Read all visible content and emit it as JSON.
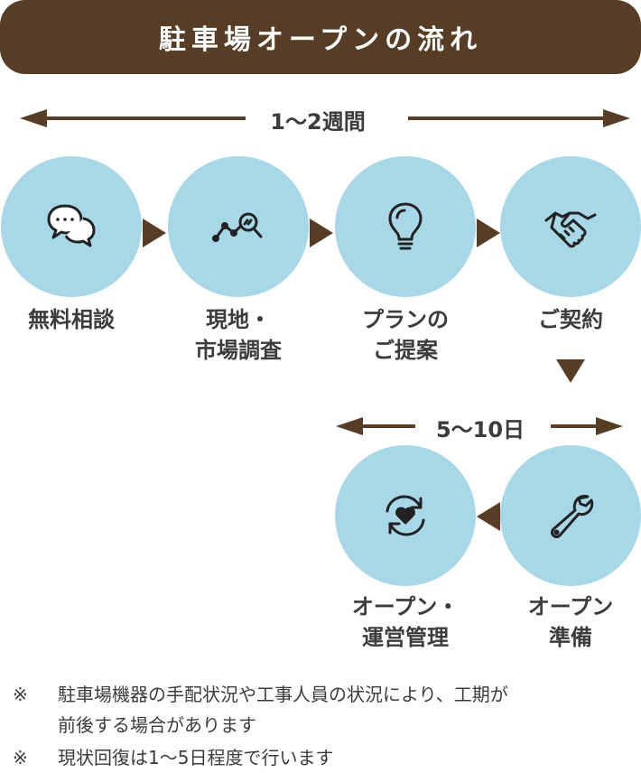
{
  "title": "駐車場オープンの流れ",
  "span1": "1〜2週間",
  "span2": "5〜10日",
  "steps": [
    {
      "line1": "無料相談",
      "line2": ""
    },
    {
      "line1": "現地・",
      "line2": "市場調査"
    },
    {
      "line1": "プランの",
      "line2": "ご提案"
    },
    {
      "line1": "ご契約",
      "line2": ""
    },
    {
      "line1": "オープン",
      "line2": "準備"
    },
    {
      "line1": "オープン・",
      "line2": "運営管理"
    }
  ],
  "icons": [
    "chat-bubbles-icon",
    "chart-search-icon",
    "lightbulb-icon",
    "handshake-icon",
    "wrench-icon",
    "heart-cycle-icon"
  ],
  "notes": {
    "mark": "※",
    "n1_line1": "駐車場機器の手配状況や工事人員の状況により、工期が",
    "n1_line2": "前後する場合があります",
    "n2": "現状回復は1〜5日程度で行います"
  },
  "colors": {
    "brand": "#573d25",
    "circle": "#a8d8e8",
    "text": "#3c3c3c"
  }
}
